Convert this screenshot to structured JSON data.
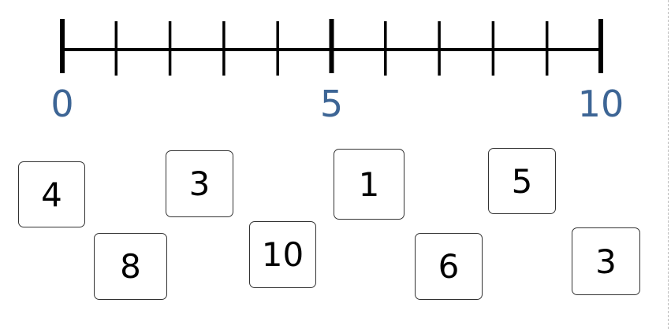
{
  "number_line": {
    "min": 0,
    "max": 10,
    "tick_step": 1,
    "labels": [
      {
        "value": 0,
        "text": "0"
      },
      {
        "value": 5,
        "text": "5"
      },
      {
        "value": 10,
        "text": "10"
      }
    ],
    "line_color": "#000000",
    "label_color": "#3d6595"
  },
  "cards": [
    {
      "id": "card-1",
      "text": "4"
    },
    {
      "id": "card-2",
      "text": "8"
    },
    {
      "id": "card-3",
      "text": "3"
    },
    {
      "id": "card-4",
      "text": "10"
    },
    {
      "id": "card-5",
      "text": "1"
    },
    {
      "id": "card-6",
      "text": "6"
    },
    {
      "id": "card-7",
      "text": "5"
    },
    {
      "id": "card-8",
      "text": "3"
    }
  ]
}
